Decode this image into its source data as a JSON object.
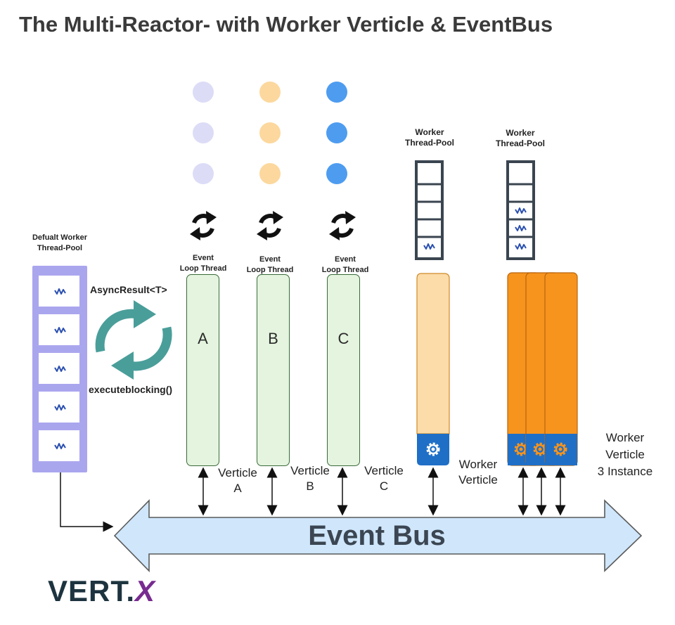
{
  "title": "The Multi-Reactor- with Worker Verticle & EventBus",
  "colors": {
    "dot_lavender": "#dcdcf7",
    "dot_peach": "#fcd89e",
    "dot_blue": "#4e9cf0",
    "event_loop_fill": "#e4f4de",
    "worker_fill_light": "#fcdca8",
    "worker_fill_orange": "#f7941d",
    "gear_band": "#1f6fc7",
    "bus_fill": "#cfe6fb",
    "pool_purple": "#aaa6ee",
    "async_arrow": "#4a9e9a",
    "logo_dark": "#1d3440",
    "logo_purple": "#782b90"
  },
  "default_pool": {
    "label_line1": "Defualt Worker",
    "label_line2": "Thread-Pool"
  },
  "async": {
    "result_label": "AsyncResult<T>",
    "blocking_label": "executeblocking()"
  },
  "event_loops": [
    {
      "thread_line1": "Event",
      "thread_line2": "Loop Thread",
      "letter": "A",
      "verticle_line1": "Verticle",
      "verticle_line2": "A"
    },
    {
      "thread_line1": "Event",
      "thread_line2": "Loop Thread",
      "letter": "B",
      "verticle_line1": "Verticle",
      "verticle_line2": "B"
    },
    {
      "thread_line1": "Event",
      "thread_line2": "Loop Thread",
      "letter": "C",
      "verticle_line1": "Verticle",
      "verticle_line2": "C"
    }
  ],
  "worker_pools": [
    {
      "label_line1": "Worker",
      "label_line2": "Thread-Pool",
      "busy_slots": 1
    },
    {
      "label_line1": "Worker",
      "label_line2": "Thread-Pool",
      "busy_slots": 3
    }
  ],
  "worker_verticle": {
    "line1": "Worker",
    "line2": "Verticle"
  },
  "worker_instances": {
    "line1": "Worker",
    "line2": "Verticle",
    "line3": "3 Instance",
    "instances": 3
  },
  "event_bus": {
    "label": "Event Bus"
  },
  "logo": {
    "text_main": "VERT.",
    "text_accent": "X"
  }
}
